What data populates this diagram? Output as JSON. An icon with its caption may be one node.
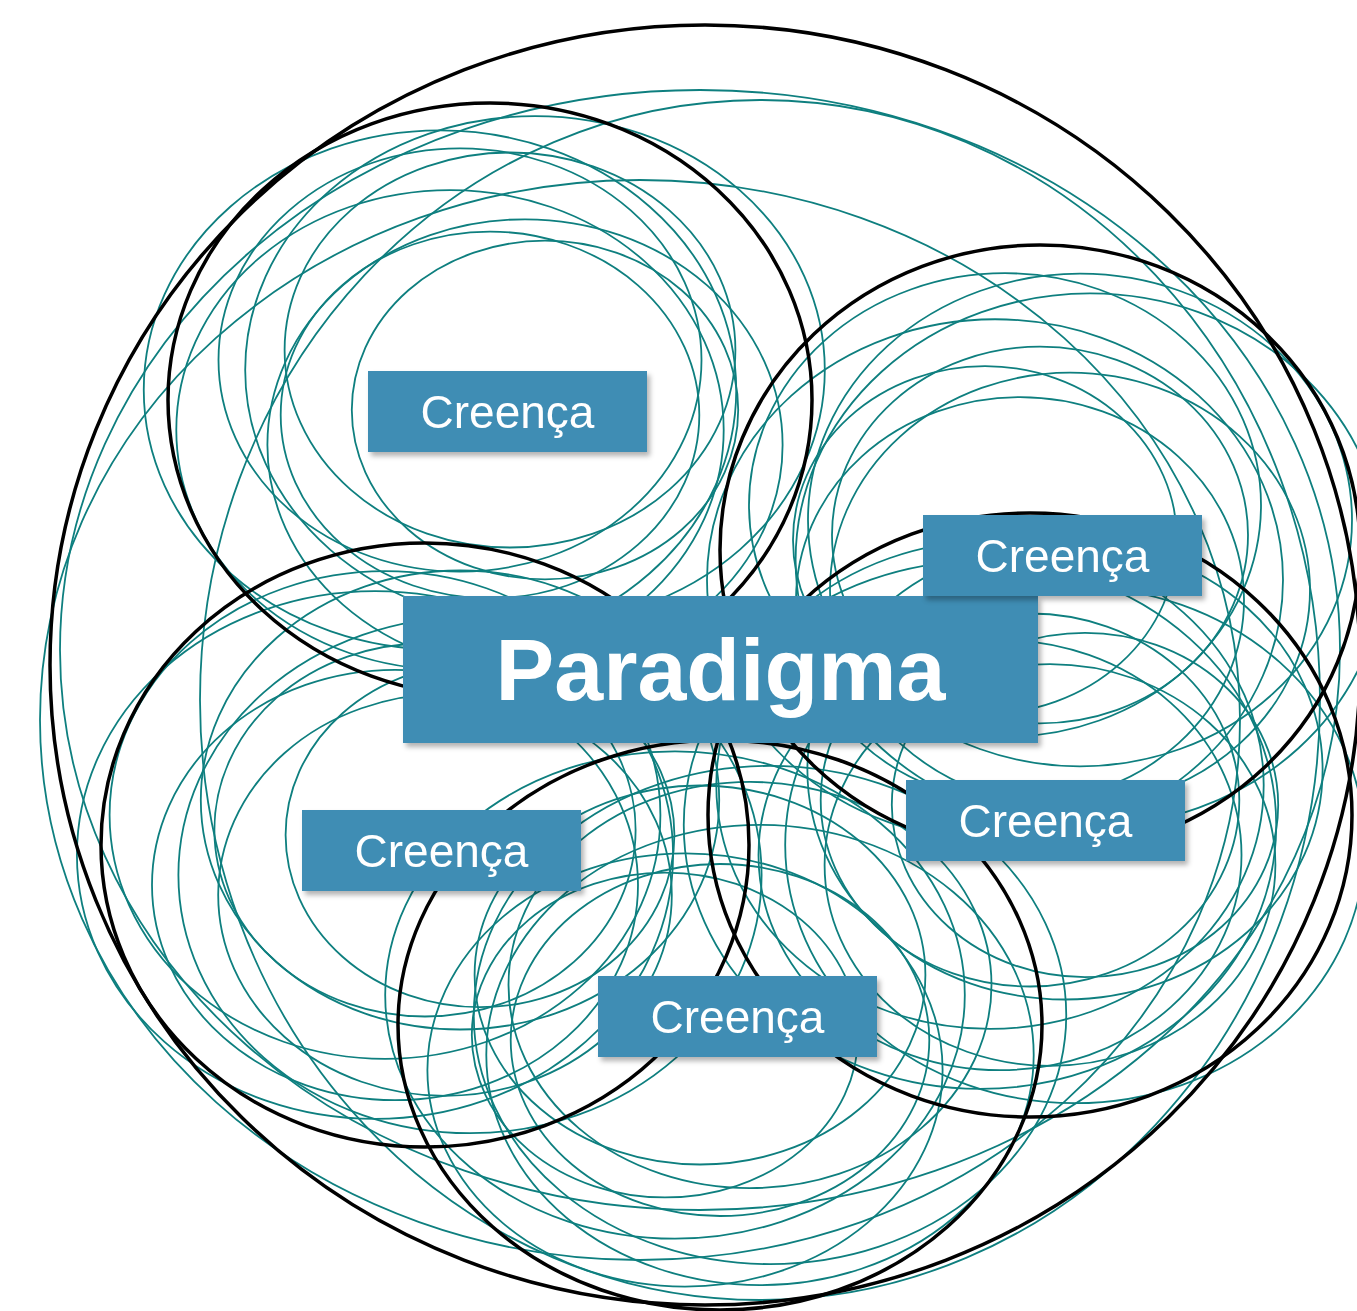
{
  "diagram": {
    "nodes": [
      {
        "text": [
          "Paradigma"
        ]
      },
      {
        "text": [
          "Creença"
        ]
      },
      {
        "text": [
          "Creença"
        ]
      },
      {
        "text": [
          "Creença"
        ]
      },
      {
        "text": [
          "Creença"
        ]
      },
      {
        "text": [
          "Creença"
        ]
      }
    ]
  }
}
